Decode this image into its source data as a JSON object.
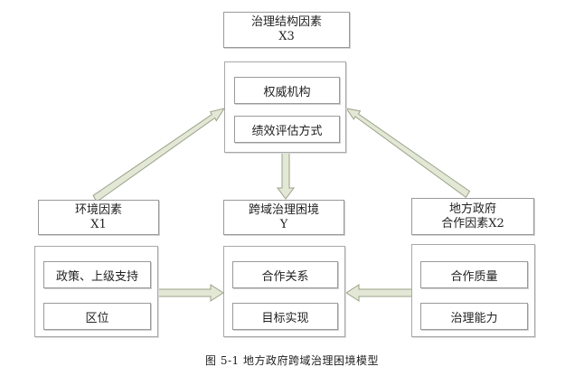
{
  "nodes": {
    "governance_structure": {
      "title": "治理结构因素",
      "code": "X3"
    },
    "environment": {
      "title": "环境因素",
      "code": "X1"
    },
    "dilemma": {
      "title": "跨域治理困境",
      "code": "Y"
    },
    "local_gov": {
      "title": "地方政府",
      "subtitle": "合作因素X2"
    }
  },
  "groups": {
    "top": [
      "权威机构",
      "绩效评估方式"
    ],
    "left": [
      "政策、上级支持",
      "区位"
    ],
    "center": [
      "合作关系",
      "目标实现"
    ],
    "right": [
      "合作质量",
      "治理能力"
    ]
  },
  "caption": "图 5-1   地方政府跨域治理困境模型"
}
